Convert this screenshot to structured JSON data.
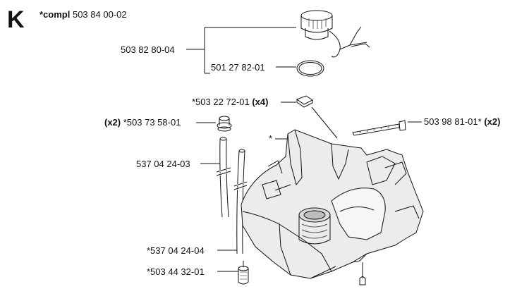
{
  "section_letter": "K",
  "header": {
    "compl_label": "*compl",
    "compl_part": "503 84 00-02"
  },
  "callouts": {
    "tank_cap_assy": "503 82 80-04",
    "o_ring": "501 27 82-01",
    "nut_part": "*503 22 72-01",
    "nut_qty": "(x4)",
    "grommet_qty": "(x2)",
    "grommet_part": "*503 73 58-01",
    "hose_a": "537 04 24-03",
    "hose_b": "*537 04 24-04",
    "filter": "*503 44 32-01",
    "screw_part": "503 98 81-01*",
    "screw_qty": "(x2)",
    "tank_marker": "*"
  }
}
